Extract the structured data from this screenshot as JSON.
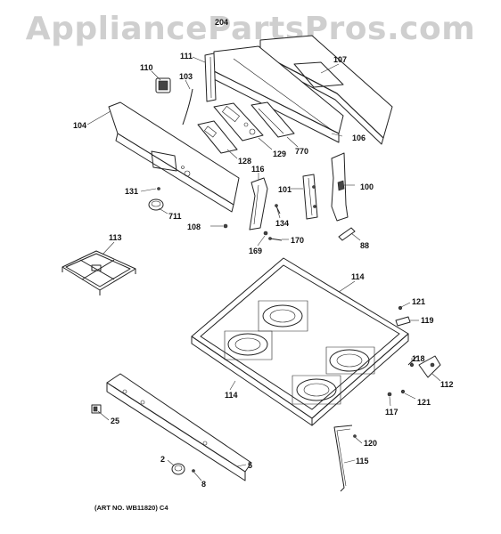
{
  "watermark": "AppliancePartsPros.com",
  "art_number": "(ART NO. WB11820) C4",
  "labels": {
    "l204": "204",
    "l111": "111",
    "l107": "107",
    "l110": "110",
    "l103": "103",
    "l104": "104",
    "l106": "106",
    "l770": "770",
    "l129": "129",
    "l128": "128",
    "l116": "116",
    "l100": "100",
    "l101": "101",
    "l131": "131",
    "l711": "711",
    "l134": "134",
    "l108": "108",
    "l170": "170",
    "l169": "169",
    "l88": "88",
    "l113": "113",
    "l114a": "114",
    "l121a": "121",
    "l119": "119",
    "l118": "118",
    "l112": "112",
    "l114b": "114",
    "l121b": "121",
    "l117": "117",
    "l25": "25",
    "l120": "120",
    "l115": "115",
    "l2": "2",
    "l5": "5",
    "l8": "8"
  }
}
